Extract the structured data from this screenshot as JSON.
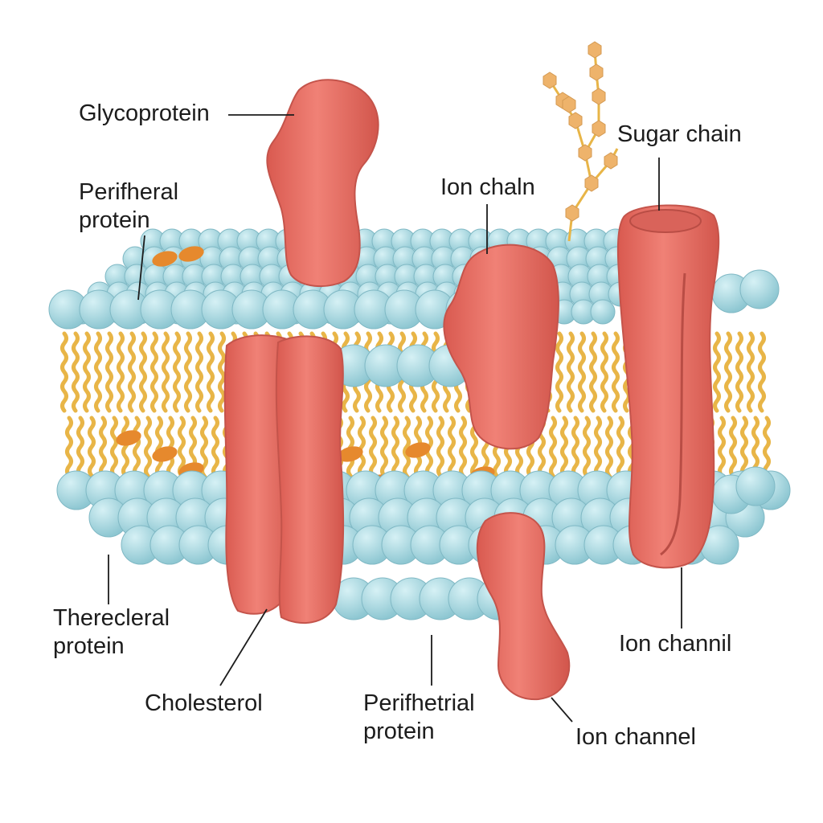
{
  "labels": {
    "glycoprotein": "Glycoprotein",
    "peripheral_top_line1": "Perifheral",
    "peripheral_top_line2": "protein",
    "ion_chain": "Ion chaln",
    "sugar_chain": "Sugar chain",
    "therecleral_line1": "Therecleral",
    "therecleral_line2": "protein",
    "cholesterol": "Cholesterol",
    "perifhetrial_line1": "Perifhetrial",
    "perifhetrial_line2": "protein",
    "ion_channil": "Ion channil",
    "ion_channel": "Ion channel"
  },
  "colors": {
    "phospholipid_head": "#a9dbe3",
    "head_outline": "#7fb8c4",
    "lipid_tail": "#e8b547",
    "cholesterol": "#e6892d",
    "protein": "#ea6f64",
    "protein_outline": "#c7534a",
    "sugar": "#eeb36b",
    "leader_line": "#1c1c1c"
  }
}
